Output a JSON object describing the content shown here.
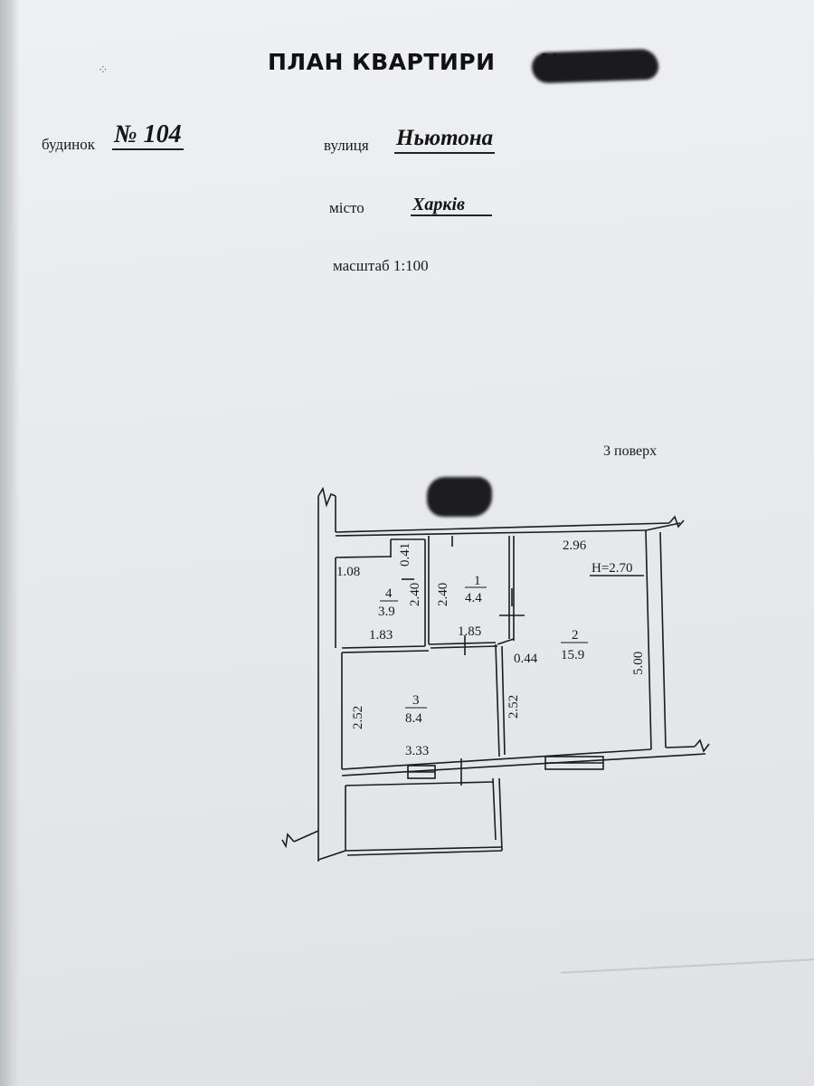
{
  "header": {
    "title": "ПЛАН КВАРТИРИ",
    "number_prefix": "N"
  },
  "address": {
    "house_label": "будинок",
    "house_value": "№ 104",
    "street_label": "вулиця",
    "street_value": "Ньютона",
    "city_label": "місто",
    "city_value": "Харків",
    "scale": "масштаб 1:100"
  },
  "floor": "3 поверх",
  "plan": {
    "ceiling_height": "H=2.70",
    "rooms": [
      {
        "number": "1",
        "area": "4.4"
      },
      {
        "number": "2",
        "area": "15.9"
      },
      {
        "number": "3",
        "area": "8.4"
      },
      {
        "number": "4",
        "area": "3.9"
      }
    ],
    "dimensions": {
      "d_1_08": "1.08",
      "d_0_41": "0.41",
      "d_2_40_a": "2.40",
      "d_2_40_b": "2.40",
      "d_1_83": "1.83",
      "d_1_85": "1.85",
      "d_2_96": "2.96",
      "d_0_44": "0.44",
      "d_5_00": "5.00",
      "d_2_52_a": "2.52",
      "d_2_52_b": "2.52",
      "d_3_33": "3.33"
    }
  }
}
